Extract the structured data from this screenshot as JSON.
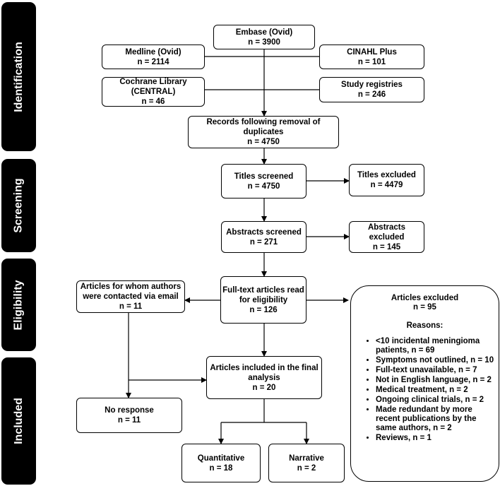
{
  "phases": [
    "Identification",
    "Screening",
    "Eligibility",
    "Included"
  ],
  "boxes": {
    "embase": {
      "line1": "Embase (Ovid)",
      "line2": "n = 3900"
    },
    "medline": {
      "line1": "Medline (Ovid)",
      "line2": "n = 2114"
    },
    "cinahl": {
      "line1": "CINAHL Plus",
      "line2": "n = 101"
    },
    "cochrane": {
      "line1": "Cochrane Library",
      "line2": "(CENTRAL)",
      "line3": "n = 46"
    },
    "registries": {
      "line1": "Study registries",
      "line2": "n = 246"
    },
    "dedup": {
      "line1": "Records following removal of duplicates",
      "line2": "n = 4750"
    },
    "titles_screened": {
      "line1": "Titles screened",
      "line2": "n = 4750"
    },
    "titles_excluded": {
      "line1": "Titles excluded",
      "line2": "n = 4479"
    },
    "abstracts_screened": {
      "line1": "Abstracts screened",
      "line2": "n = 271"
    },
    "abstracts_excluded": {
      "line1": "Abstracts excluded",
      "line2": "n = 145"
    },
    "fulltext": {
      "line1": "Full-text articles read",
      "line2": "for eligibility",
      "line3": "n = 126"
    },
    "contacted": {
      "line1": "Articles for whom authors",
      "line2": "were contacted via email",
      "line3": "n = 11"
    },
    "included": {
      "line1": "Articles included in the final",
      "line2": "analysis",
      "line3": "n = 20"
    },
    "no_response": {
      "line1": "No response",
      "line2": "n = 11"
    },
    "quantitative": {
      "line1": "Quantitative",
      "line2": "n = 18"
    },
    "narrative": {
      "line1": "Narrative",
      "line2": "n = 2"
    }
  },
  "excluded": {
    "title": "Articles excluded",
    "count": "n = 95",
    "reasons_label": "Reasons:",
    "reasons": [
      "<10 incidental meningioma patients, n = 69",
      "Symptoms not outlined, n = 10",
      "Full-text unavailable, n = 7",
      "Not in English language, n = 2",
      "Medical treatment, n = 2",
      "Ongoing clinical trials, n = 2",
      "Made redundant by more recent publications by the same authors, n = 2",
      "Reviews, n = 1"
    ]
  }
}
